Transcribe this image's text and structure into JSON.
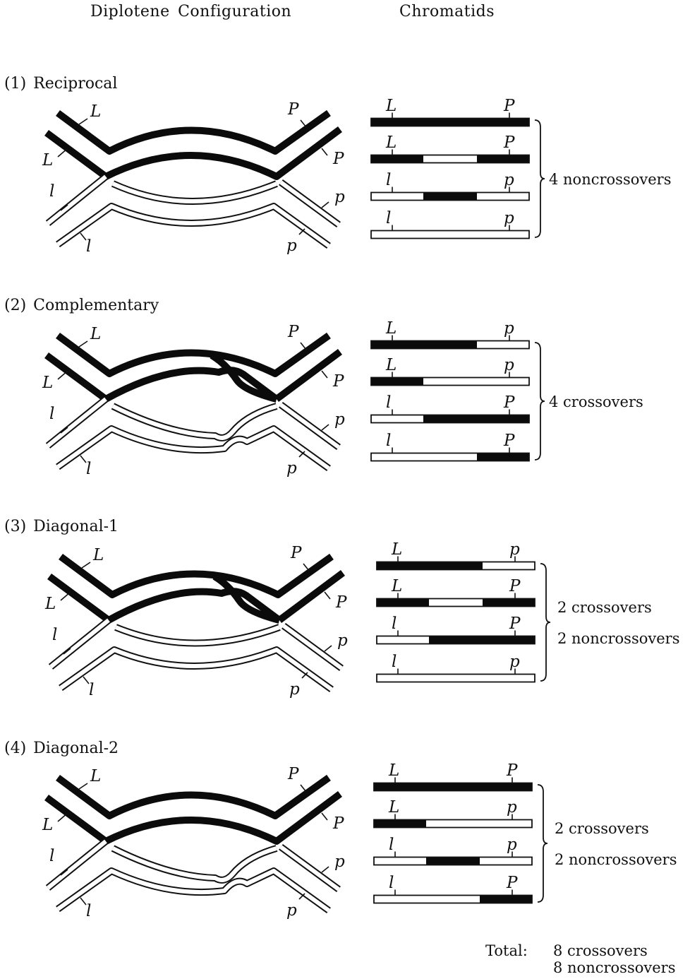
{
  "headers": {
    "left": "Diplotene   Configuration",
    "right": "Chromatids"
  },
  "sections": [
    {
      "number": "(1)",
      "title": "Reciprocal",
      "chromatids": [
        {
          "left": "L",
          "right": "P",
          "segments": [
            "dark",
            "dark",
            "dark"
          ]
        },
        {
          "left": "L",
          "right": "P",
          "segments": [
            "dark",
            "light",
            "dark"
          ]
        },
        {
          "left": "l",
          "right": "p",
          "segments": [
            "light",
            "dark",
            "light"
          ]
        },
        {
          "left": "l",
          "right": "p",
          "segments": [
            "light",
            "light",
            "light"
          ]
        }
      ],
      "result": [
        "4  noncrossovers"
      ]
    },
    {
      "number": "(2)",
      "title": "Complementary",
      "chromatids": [
        {
          "left": "L",
          "right": "p",
          "segments": [
            "dark",
            "dark",
            "light"
          ]
        },
        {
          "left": "L",
          "right": "p",
          "segments": [
            "dark",
            "light",
            "light"
          ]
        },
        {
          "left": "l",
          "right": "P",
          "segments": [
            "light",
            "dark",
            "dark"
          ]
        },
        {
          "left": "l",
          "right": "P",
          "segments": [
            "light",
            "light",
            "dark"
          ]
        }
      ],
      "result": [
        "4  crossovers"
      ]
    },
    {
      "number": "(3)",
      "title": "Diagonal-1",
      "chromatids": [
        {
          "left": "L",
          "right": "p",
          "segments": [
            "dark",
            "dark",
            "light"
          ]
        },
        {
          "left": "L",
          "right": "P",
          "segments": [
            "dark",
            "light",
            "dark"
          ]
        },
        {
          "left": "l",
          "right": "P",
          "segments": [
            "light",
            "dark",
            "dark"
          ]
        },
        {
          "left": "l",
          "right": "p",
          "segments": [
            "light",
            "light",
            "light"
          ]
        }
      ],
      "result": [
        "2  crossovers",
        "2  noncrossovers"
      ]
    },
    {
      "number": "(4)",
      "title": "Diagonal-2",
      "chromatids": [
        {
          "left": "L",
          "right": "P",
          "segments": [
            "dark",
            "dark",
            "dark"
          ]
        },
        {
          "left": "L",
          "right": "p",
          "segments": [
            "dark",
            "light",
            "light"
          ]
        },
        {
          "left": "l",
          "right": "p",
          "segments": [
            "light",
            "dark",
            "light"
          ]
        },
        {
          "left": "l",
          "right": "P",
          "segments": [
            "light",
            "light",
            "dark"
          ]
        }
      ],
      "result": [
        "2  crossovers",
        "2  noncrossovers"
      ]
    }
  ],
  "total": {
    "label": "Total:",
    "values": [
      "8  crossovers",
      "8  noncrossovers"
    ]
  },
  "diagram_labels": {
    "upper_left": "L",
    "lower_left": "l",
    "upper_right": "P",
    "lower_right": "p"
  },
  "colors": {
    "dark": "#0b0b0b",
    "light": "#ffffff",
    "outline": "#111111"
  }
}
